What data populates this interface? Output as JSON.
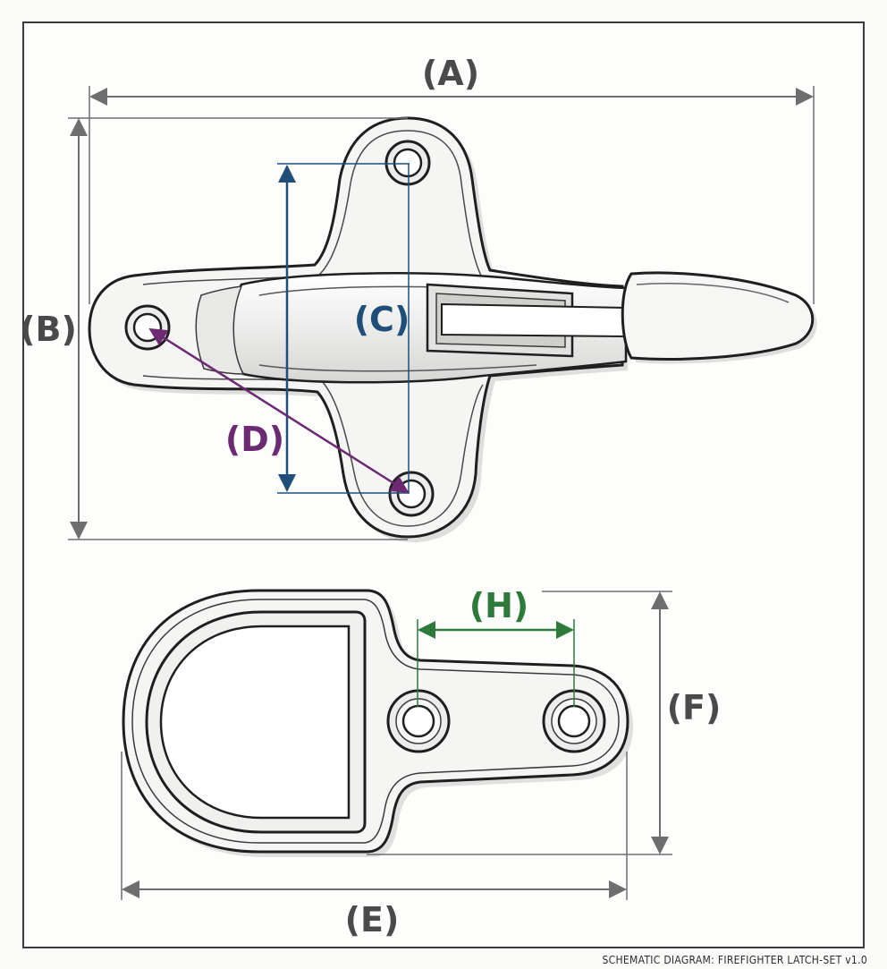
{
  "labels": {
    "A": "(A)",
    "B": "(B)",
    "C": "(C)",
    "D": "(D)",
    "E": "(E)",
    "F": "(F)",
    "H": "(H)"
  },
  "footer": "SCHEMATIC DIAGRAM: FIREFIGHTER LATCH-SET v1.0",
  "colors": {
    "outline": "#1f1f1f",
    "dimension": "#6e6e6e",
    "label_gray": "#4a4a4a",
    "C": "#1f4e79",
    "D": "#6b2a72",
    "H": "#2d7a3b",
    "part_fill": "#f3f3f2",
    "part_shade": "#dcdcda"
  }
}
